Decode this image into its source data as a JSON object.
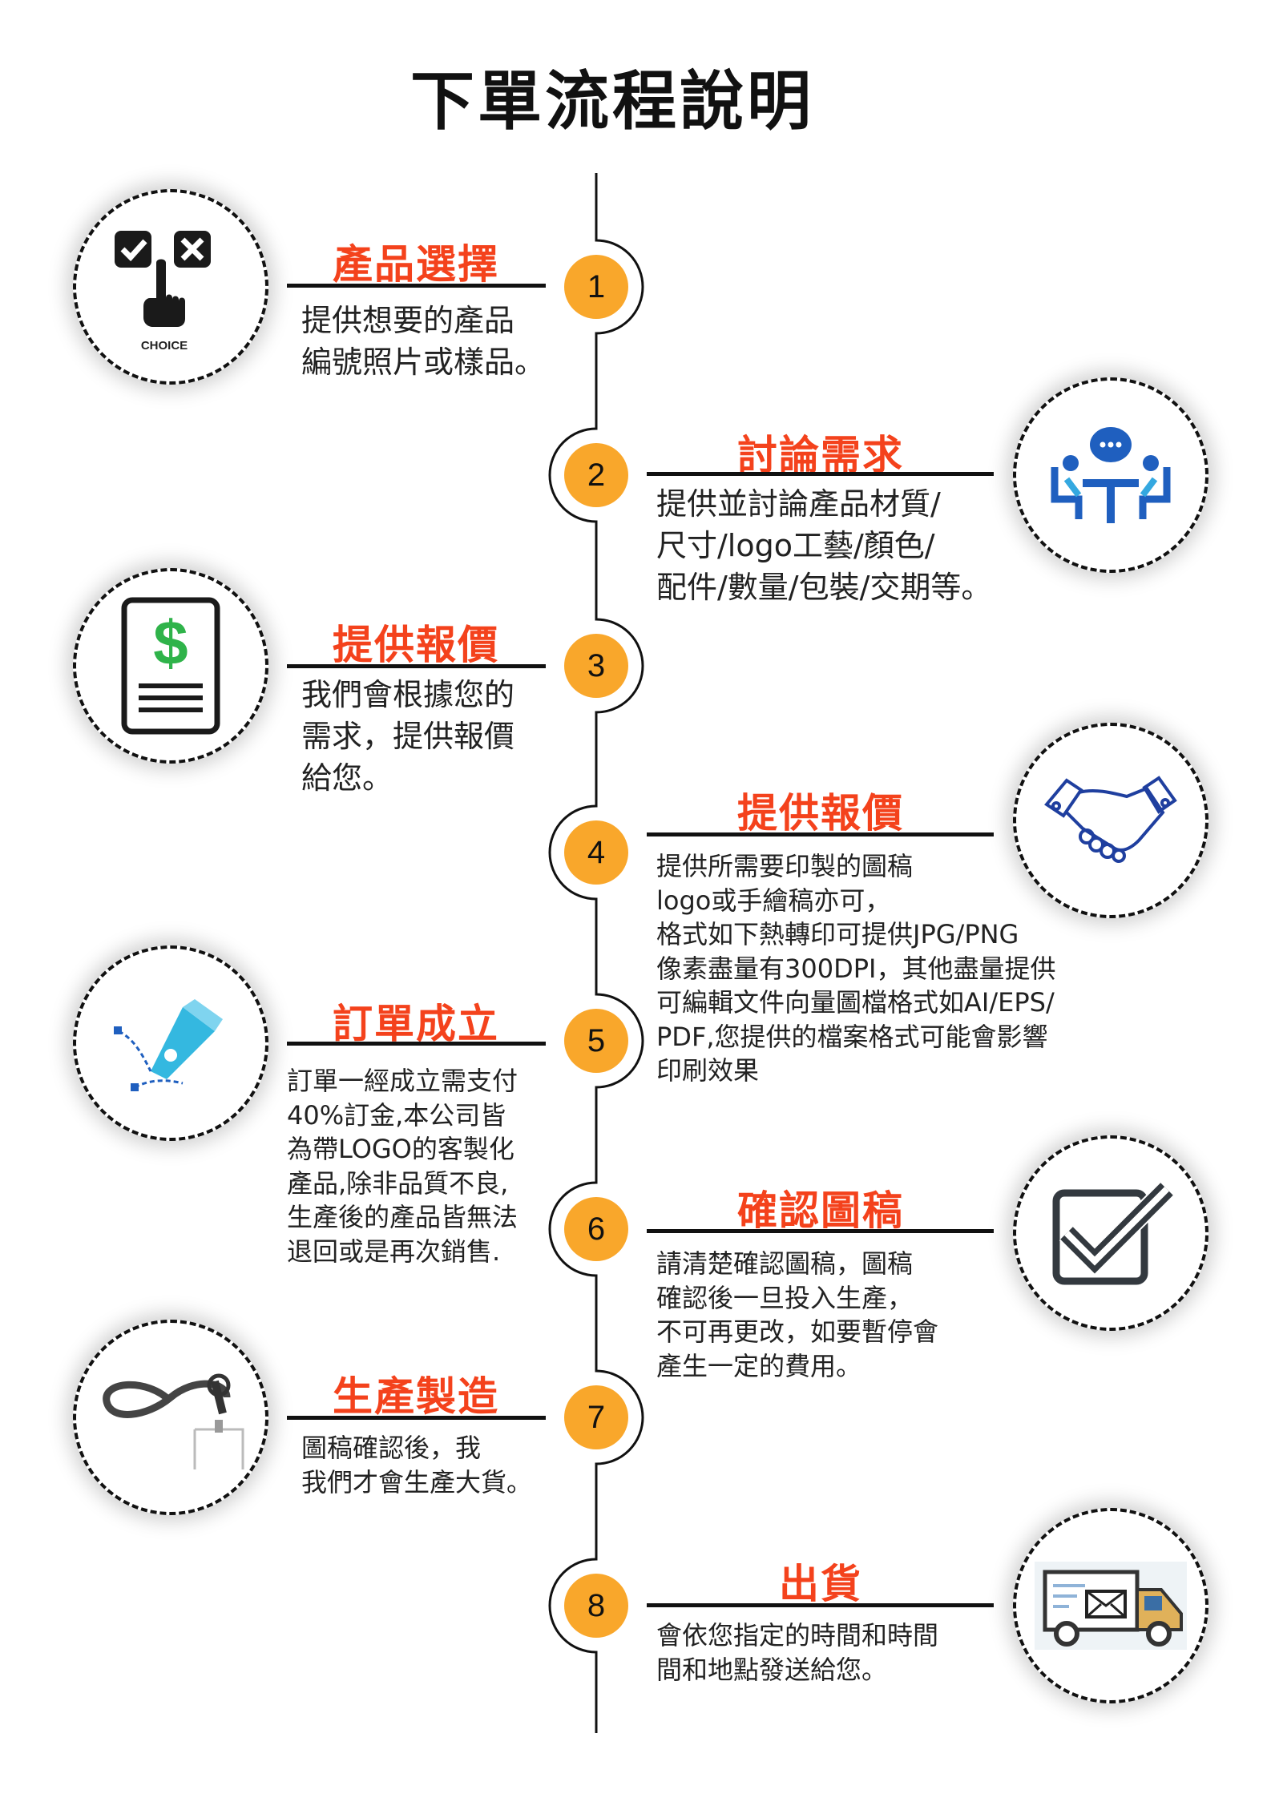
{
  "title": "下單流程說明",
  "colors": {
    "accent": "#f4421c",
    "number_bg": "#f9a72b",
    "icon_blue": "#1f5fbf"
  },
  "steps": [
    {
      "number": "1",
      "heading": "產品選擇",
      "body": "提供想要的產品\n編號照片或樣品。",
      "icon": "choice-hand-icon",
      "icon_label": "CHOICE"
    },
    {
      "number": "2",
      "heading": "討論需求",
      "body": "提供並討論產品材質/\n尺寸/logo工藝/顏色/\n配件/數量/包裝/交期等。",
      "icon": "meeting-discussion-icon"
    },
    {
      "number": "3",
      "heading": "提供報價",
      "body": "我們會根據您的\n需求，提供報價\n給您。",
      "icon": "dollar-document-icon"
    },
    {
      "number": "4",
      "heading": "提供報價",
      "body": "提供所需要印製的圖稿\nlogo或手繪稿亦可，\n格式如下熱轉印可提供JPG/PNG\n像素盡量有300DPI，其他盡量提供\n可編輯文件向量圖檔格式如AI/EPS/\nPDF,您提供的檔案格式可能會影響\n印刷效果",
      "icon": "handshake-icon"
    },
    {
      "number": "5",
      "heading": "訂單成立",
      "body": "訂單一經成立需支付\n40%訂金,本公司皆\n為帶LOGO的客製化\n產品,除非品質不良,\n生產後的產品皆無法\n退回或是再次銷售.",
      "icon": "pen-tool-icon"
    },
    {
      "number": "6",
      "heading": "確認圖稿",
      "body": "請清楚確認圖稿，圖稿\n確認後一旦投入生產，\n不可再更改，如要暫停會\n產生一定的費用。",
      "icon": "checkbox-icon"
    },
    {
      "number": "7",
      "heading": "生產製造",
      "body": "圖稿確認後，我\n我們才會生產大貨。",
      "icon": "lanyard-icon"
    },
    {
      "number": "8",
      "heading": "出貨",
      "body": "會依您指定的時間和時間\n間和地點發送給您。",
      "icon": "delivery-truck-icon"
    }
  ]
}
